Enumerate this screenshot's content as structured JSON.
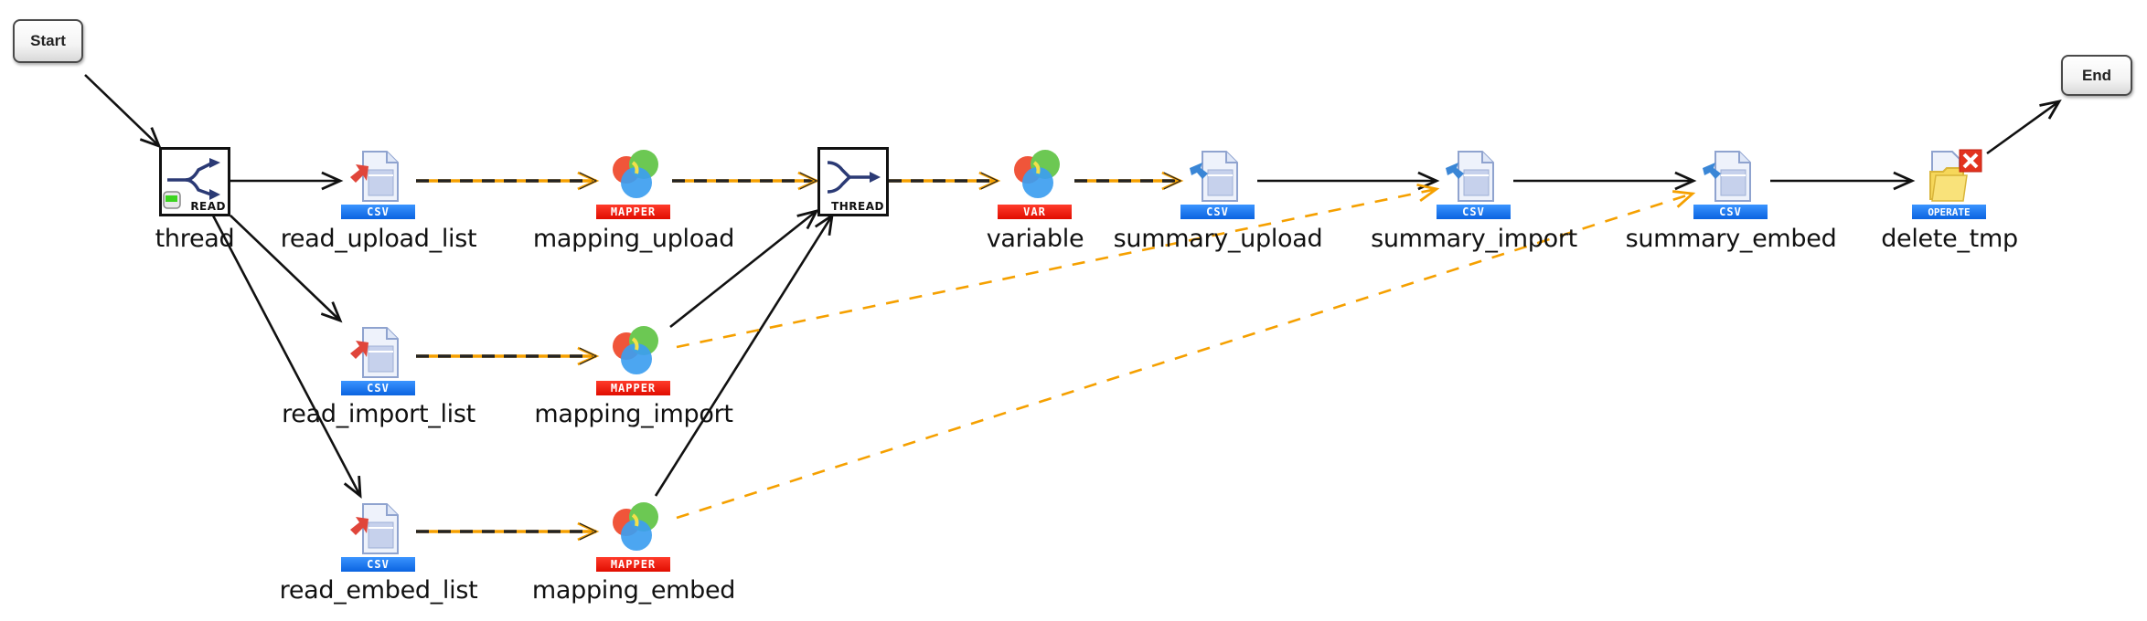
{
  "diagram": {
    "terminals": {
      "start": "Start",
      "end": "End"
    },
    "nodes": [
      {
        "id": "thread",
        "label": "thread",
        "type": "thread-fork",
        "badge": "READ"
      },
      {
        "id": "read_upload_list",
        "label": "read_upload_list",
        "type": "csv-read",
        "badge": "CSV"
      },
      {
        "id": "mapping_upload",
        "label": "mapping_upload",
        "type": "mapper",
        "badge": "MAPPER"
      },
      {
        "id": "thread_join",
        "label": "",
        "type": "thread-join",
        "badge": "THREAD"
      },
      {
        "id": "variable",
        "label": "variable",
        "type": "var",
        "badge": "VAR"
      },
      {
        "id": "summary_upload",
        "label": "summary_upload",
        "type": "csv-write",
        "badge": "CSV"
      },
      {
        "id": "summary_import",
        "label": "summary_import",
        "type": "csv-write",
        "badge": "CSV"
      },
      {
        "id": "summary_embed",
        "label": "summary_embed",
        "type": "csv-write",
        "badge": "CSV"
      },
      {
        "id": "delete_tmp",
        "label": "delete_tmp",
        "type": "operate",
        "badge": "OPERATE"
      },
      {
        "id": "read_import_list",
        "label": "read_import_list",
        "type": "csv-read",
        "badge": "CSV"
      },
      {
        "id": "mapping_import",
        "label": "mapping_import",
        "type": "mapper",
        "badge": "MAPPER"
      },
      {
        "id": "read_embed_list",
        "label": "read_embed_list",
        "type": "csv-read",
        "badge": "CSV"
      },
      {
        "id": "mapping_embed",
        "label": "mapping_embed",
        "type": "mapper",
        "badge": "MAPPER"
      }
    ],
    "edges": [
      {
        "from": "start",
        "to": "thread",
        "style": "process"
      },
      {
        "from": "thread",
        "to": "read_upload_list",
        "style": "process"
      },
      {
        "from": "thread",
        "to": "read_import_list",
        "style": "process"
      },
      {
        "from": "thread",
        "to": "read_embed_list",
        "style": "process"
      },
      {
        "from": "read_upload_list",
        "to": "mapping_upload",
        "style": "data-process"
      },
      {
        "from": "read_import_list",
        "to": "mapping_import",
        "style": "data-process"
      },
      {
        "from": "read_embed_list",
        "to": "mapping_embed",
        "style": "data-process"
      },
      {
        "from": "mapping_upload",
        "to": "thread_join",
        "style": "data-process"
      },
      {
        "from": "mapping_import",
        "to": "thread_join",
        "style": "process"
      },
      {
        "from": "mapping_embed",
        "to": "thread_join",
        "style": "process"
      },
      {
        "from": "thread_join",
        "to": "variable",
        "style": "data-process"
      },
      {
        "from": "variable",
        "to": "summary_upload",
        "style": "data-process"
      },
      {
        "from": "summary_upload",
        "to": "summary_import",
        "style": "process"
      },
      {
        "from": "summary_import",
        "to": "summary_embed",
        "style": "process"
      },
      {
        "from": "summary_embed",
        "to": "delete_tmp",
        "style": "process"
      },
      {
        "from": "delete_tmp",
        "to": "end",
        "style": "process"
      },
      {
        "from": "mapping_import",
        "to": "summary_import",
        "style": "data"
      },
      {
        "from": "mapping_embed",
        "to": "summary_embed",
        "style": "data"
      }
    ],
    "colors": {
      "process_line": "#111111",
      "data_line": "#f5a000",
      "csv_badge": "#0a63e0",
      "mapper_badge": "#e00d00",
      "thread_border": "#111111"
    }
  }
}
